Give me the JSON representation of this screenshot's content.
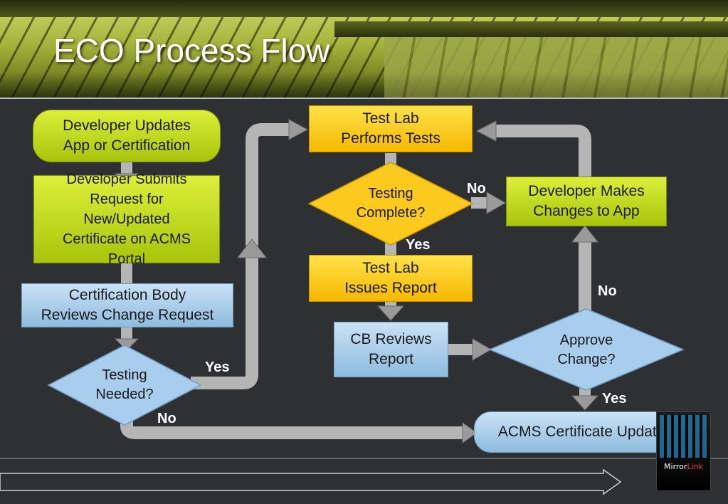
{
  "title": "ECO Process Flow",
  "colors": {
    "green": "#c6e01f",
    "blue": "#a9cdec",
    "yellow": "#fcc91e",
    "background": "#2f3033",
    "connector": "#b9b9b9"
  },
  "nodes": {
    "dev_updates": "Developer Updates\nApp or Certification",
    "dev_submits": "Developer Submits\nRequest for\nNew/Updated\nCertificate on ACMS\nPortal",
    "cb_reviews_change": "Certification Body\nReviews Change Request",
    "testing_needed": "Testing\nNeeded?",
    "test_lab_performs": "Test Lab\nPerforms Tests",
    "testing_complete": "Testing\nComplete?",
    "test_lab_report": "Test Lab\nIssues Report",
    "cb_reviews_report": "CB Reviews\nReport",
    "dev_makes_changes": "Developer Makes\nChanges to App",
    "approve_change": "Approve\nChange?",
    "acms_updated": "ACMS Certificate Updated"
  },
  "edge_labels": {
    "testing_needed_yes": "Yes",
    "testing_needed_no": "No",
    "testing_complete_no": "No",
    "testing_complete_yes": "Yes",
    "approve_no": "No",
    "approve_yes": "Yes"
  },
  "logo": {
    "name": "MirrorLink",
    "brand_main": "Mirror",
    "brand_accent": "Link"
  }
}
